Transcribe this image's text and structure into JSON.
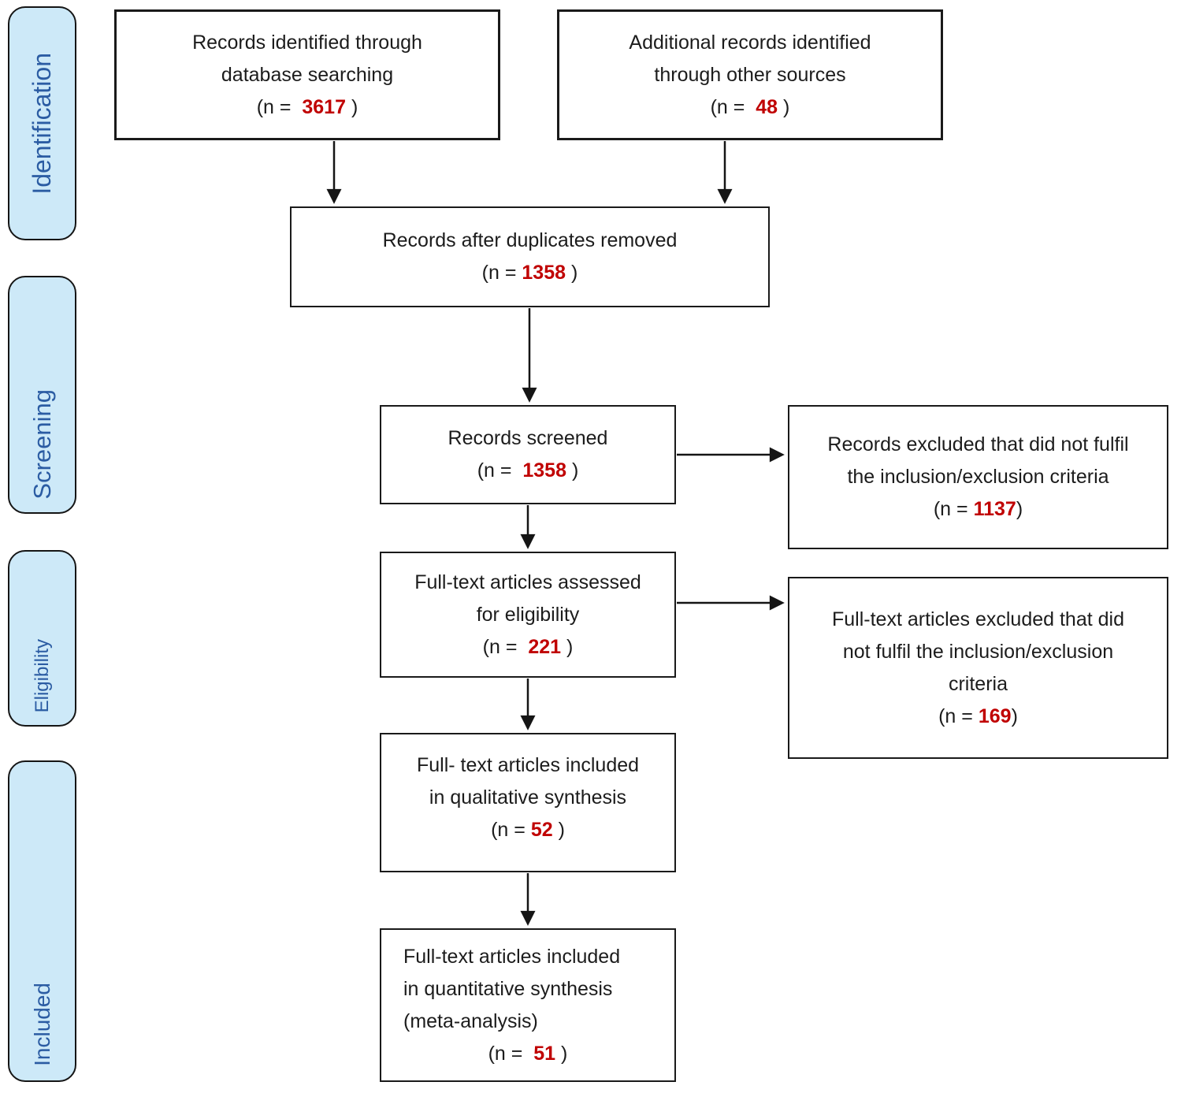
{
  "figure": {
    "title": "PRISMA flow diagram",
    "colors": {
      "stage_fill": "#cde9f8",
      "stage_text": "#2b5ca3",
      "number_accent": "#c00000",
      "box_border": "#1a1a1a"
    },
    "stages": [
      {
        "label": "Identification"
      },
      {
        "label": "Screening"
      },
      {
        "label": "Eligibility"
      },
      {
        "label": "Included"
      }
    ],
    "boxes": {
      "identified_db": {
        "line1": "Records identified through",
        "line2": "database searching",
        "n_prefix": "(n =  ",
        "n_value": "3617",
        "n_suffix": " )"
      },
      "additional_sources": {
        "line1": "Additional records identified",
        "line2": "through other sources",
        "n_prefix": "(n =  ",
        "n_value": "48",
        "n_suffix": " )"
      },
      "after_duplicates": {
        "line1": "Records after duplicates removed",
        "n_prefix": "(n = ",
        "n_value": "1358",
        "n_suffix": " )"
      },
      "screened": {
        "line1": "Records screened",
        "n_prefix": "(n =  ",
        "n_value": "1358",
        "n_suffix": " )"
      },
      "excluded_screening": {
        "line1": "Records excluded that did not fulfil",
        "line2": "the inclusion/exclusion criteria",
        "n_prefix": "(n = ",
        "n_value": "1137",
        "n_suffix": ")"
      },
      "fulltext_assessed": {
        "line1": "Full-text articles assessed",
        "line2": "for eligibility",
        "n_prefix": "(n =  ",
        "n_value": "221",
        "n_suffix": " )"
      },
      "fulltext_excluded": {
        "line1": "Full-text articles excluded that did",
        "line2": "not fulfil the inclusion/exclusion",
        "line3": "criteria",
        "n_prefix": "(n = ",
        "n_value": "169",
        "n_suffix": ")"
      },
      "qualitative_included": {
        "line1": "Full- text articles included",
        "line2": "in qualitative synthesis",
        "n_prefix": "(n = ",
        "n_value": "52",
        "n_suffix": " )"
      },
      "quantitative_included": {
        "line1": "Full-text articles included",
        "line2": "in quantitative synthesis",
        "line3": "(meta-analysis)",
        "n_prefix": "(n =  ",
        "n_value": "51",
        "n_suffix": " )"
      }
    }
  }
}
